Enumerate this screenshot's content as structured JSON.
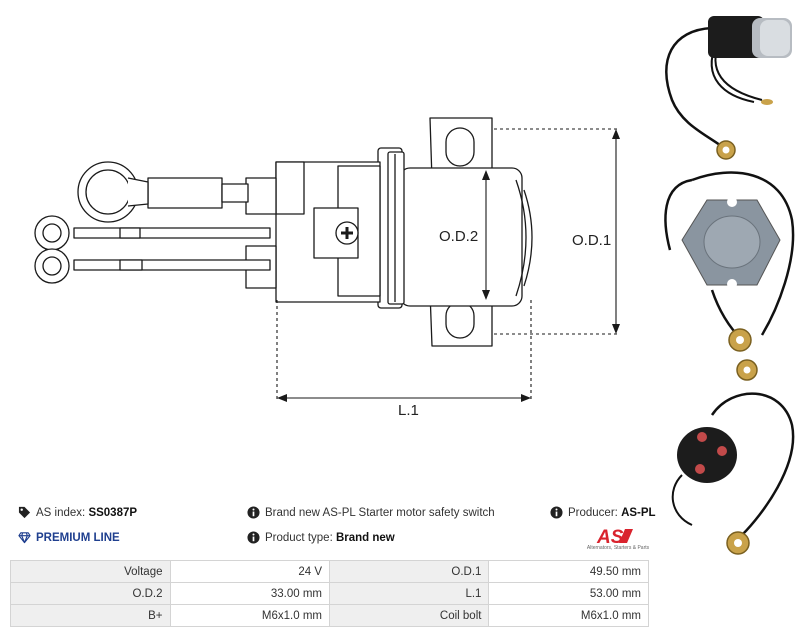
{
  "drawing": {
    "od1_label": "O.D.1",
    "od2_label": "O.D.2",
    "l1_label": "L.1"
  },
  "info": {
    "as_index_label": "AS index:",
    "as_index_value": "SS0387P",
    "description": "Brand new AS-PL Starter motor safety switch",
    "producer_label": "Producer:",
    "producer_value": "AS-PL",
    "premium_line": "PREMIUM LINE",
    "product_type_label": "Product type:",
    "product_type_value": "Brand new",
    "logo_text": "AS",
    "logo_tagline": "Alternators, Starters & Parts"
  },
  "icons": {
    "tag": "tag-icon",
    "info": "info-icon",
    "diamond": "diamond-icon"
  },
  "colors": {
    "accent_blue": "#1f3f8f",
    "logo_red": "#d9232d",
    "table_key_bg": "#efefef",
    "table_border": "#d4d4d4"
  },
  "specs": [
    {
      "k1": "Voltage",
      "v1": "24 V",
      "k2": "O.D.1",
      "v2": "49.50 mm"
    },
    {
      "k1": "O.D.2",
      "v1": "33.00 mm",
      "k2": "L.1",
      "v2": "53.00 mm"
    },
    {
      "k1": "B+",
      "v1": "M6x1.0 mm",
      "k2": "Coil bolt",
      "v2": "M6x1.0 mm"
    }
  ]
}
